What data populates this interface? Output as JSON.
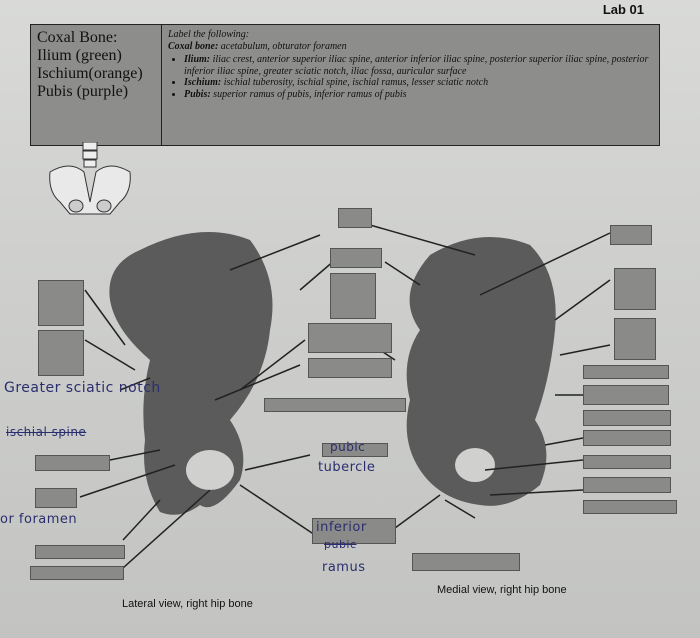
{
  "lab": "Lab 01",
  "bones": [
    "Coxal Bone:",
    "Ilium (green)",
    "Ischium(orange)",
    "Pubis (purple)"
  ],
  "instructions": {
    "heading": "Label the following:",
    "coxal_prefix": "Coxal bone:",
    "coxal_text": "acetabulum, obturator foramen",
    "items": [
      {
        "prefix": "Ilium:",
        "text": "iliac crest, anterior superior iliac spine, anterior inferior iliac spine, posterior superior iliac spine, posterior inferior iliac spine, greater sciatic notch, iliac fossa, auricular surface"
      },
      {
        "prefix": "Ischium:",
        "text": "ischial tuberosity, ischial spine, ischial ramus, lesser sciatic notch"
      },
      {
        "prefix": "Pubis:",
        "text": "superior ramus of pubis, inferior ramus of pubis"
      }
    ]
  },
  "handwritten": {
    "greater_sciatic": "Greater sciatic notch",
    "ischial_spine": "ischial spine",
    "foramen": "or foramen",
    "pubic": "pubic",
    "tubercle": "tubercle",
    "inferior": "inferior",
    "pubic2": "pubic",
    "ramus": "ramus"
  },
  "captions": {
    "lateral": "Lateral view, right hip bone",
    "medial": "Medial view, right hip bone"
  }
}
